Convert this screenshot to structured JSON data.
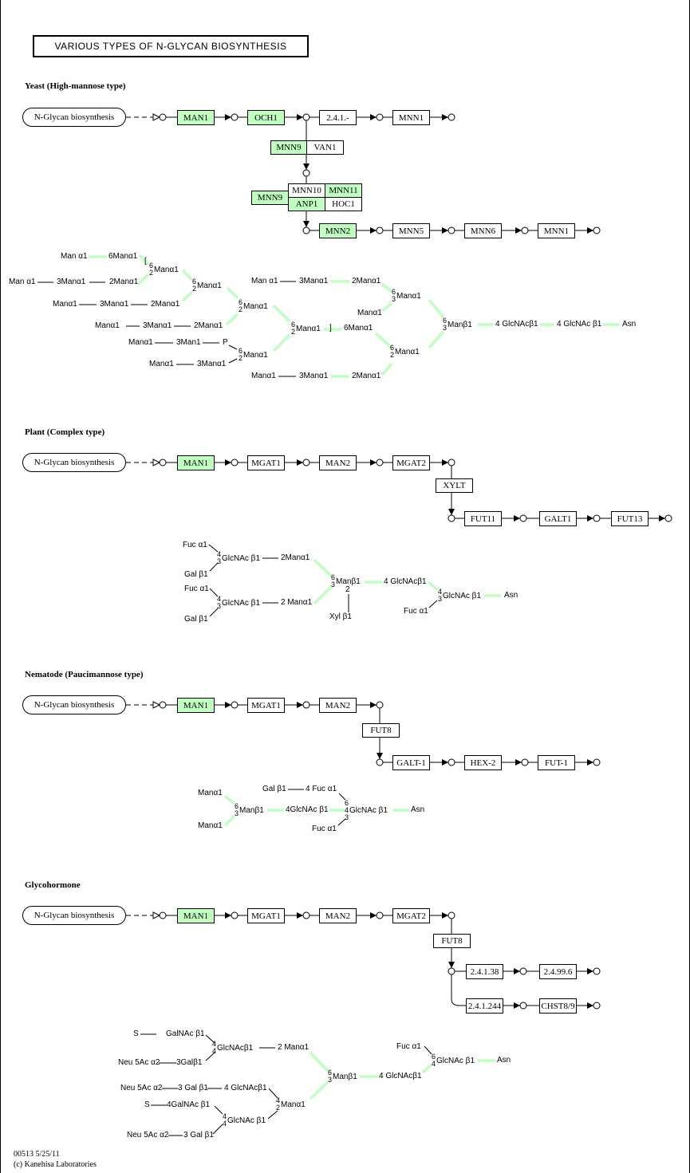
{
  "title": "VARIOUS TYPES OF N-GLYCAN BIOSYNTHESIS",
  "colors": {
    "highlight": "#bfffbf",
    "bond": "#bfffbf"
  },
  "yeast": {
    "heading": "Yeast (High-mannose type)",
    "source": "N-Glycan biosynthesis",
    "row1": [
      {
        "label": "MAN1",
        "hl": true
      },
      {
        "label": "OCH1",
        "hl": true
      },
      {
        "label": "2.4.1.-",
        "hl": false
      },
      {
        "label": "MNN1",
        "hl": false
      }
    ],
    "complex1": [
      {
        "label": "MNN9",
        "hl": true
      },
      {
        "label": "VAN1",
        "hl": false
      }
    ],
    "complex2": [
      {
        "label": "MNN9",
        "hl": true
      },
      {
        "label": "MNN10",
        "hl": false
      },
      {
        "label": "MNN11",
        "hl": true
      },
      {
        "label": "ANP1",
        "hl": true
      },
      {
        "label": "HOC1",
        "hl": false
      }
    ],
    "row2": [
      {
        "label": "MNN2",
        "hl": true
      },
      {
        "label": "MNN5",
        "hl": false
      },
      {
        "label": "MNN6",
        "hl": false
      },
      {
        "label": "MNN1",
        "hl": false
      }
    ],
    "glycan": [
      "Man α1",
      "6Manα1",
      "[",
      {
        "t": "6",
        "b": "2",
        "n": "Manα1"
      },
      "Man α1",
      "3Manα1",
      "2Manα1",
      {
        "t": "6",
        "b": "2",
        "n": "Manα1"
      },
      "Manα1",
      "3Manα1",
      "2Manα1",
      {
        "t": "6",
        "b": "2",
        "n": "Manα1"
      },
      "Manα1",
      "3Manα1",
      "2Manα1",
      {
        "t": "6",
        "b": "2",
        "n": "Manα1"
      },
      "Manα1",
      "3Man1",
      "P",
      {
        "t": "6",
        "b": "2",
        "n": "Manα1"
      },
      "Manα1",
      "3Manα1",
      "]",
      "6Manα1",
      "Man α1",
      "3Manα1",
      "2Manα1",
      "Manα1",
      {
        "t": "6",
        "b": "3",
        "n": "Manα1"
      },
      {
        "t": "6",
        "b": "2",
        "n": "Manα1"
      },
      "Manα1",
      "3Manα1",
      "2Manα1",
      {
        "t": "6",
        "b": "3",
        "n": "Manβ1"
      },
      "4 GlcNAcβ1",
      "4 GlcNAc β1",
      "Asn"
    ]
  },
  "plant": {
    "heading": "Plant (Complex type)",
    "source": "N-Glycan biosynthesis",
    "row1": [
      {
        "label": "MAN1",
        "hl": true
      },
      {
        "label": "MGAT1",
        "hl": false
      },
      {
        "label": "MAN2",
        "hl": false
      },
      {
        "label": "MGAT2",
        "hl": false
      }
    ],
    "branch": [
      {
        "label": "XYLT",
        "hl": false
      }
    ],
    "row2": [
      {
        "label": "FUT11",
        "hl": false
      },
      {
        "label": "GALT1",
        "hl": false
      },
      {
        "label": "FUT13",
        "hl": false
      }
    ],
    "glycan": [
      "Fuc α1",
      {
        "t": "4",
        "b": "3",
        "n": "GlcNAc β1"
      },
      "2Manα1",
      "Gal β1",
      "Fuc α1",
      {
        "t": "4",
        "b": "3",
        "n": "GlcNAc β1"
      },
      "2 Manα1",
      "Gal β1",
      {
        "t": "6",
        "b": "3",
        "n": "Manβ1"
      },
      "2",
      "Xyl β1",
      "4 GlcNAcβ1",
      {
        "t": "4",
        "b": "3",
        "n": "GlcNAc β1"
      },
      "Asn",
      "Fuc α1"
    ]
  },
  "nematode": {
    "heading": "Nematode (Paucimannose type)",
    "source": "N-Glycan biosynthesis",
    "row1": [
      {
        "label": "MAN1",
        "hl": true
      },
      {
        "label": "MGAT1",
        "hl": false
      },
      {
        "label": "MAN2",
        "hl": false
      }
    ],
    "branch": [
      {
        "label": "FUT8",
        "hl": false
      }
    ],
    "row2": [
      {
        "label": "GALT-1",
        "hl": false
      },
      {
        "label": "HEX-2",
        "hl": false
      },
      {
        "label": "FUT-1",
        "hl": false
      }
    ],
    "glycan": [
      "Manα1",
      {
        "t": "6",
        "b": "3",
        "n": "Manβ1"
      },
      "4GlcNAc β1",
      {
        "t": "6",
        "m": "4",
        "b": "3",
        "n": "GlcNAc β1"
      },
      "Asn",
      "Manα1",
      "Gal β1",
      "4 Fuc α1",
      "Fuc α1"
    ]
  },
  "glycohormone": {
    "heading": "Glycohormone",
    "source": "N-Glycan biosynthesis",
    "row1": [
      {
        "label": "MAN1",
        "hl": true
      },
      {
        "label": "MGAT1",
        "hl": false
      },
      {
        "label": "MAN2",
        "hl": false
      },
      {
        "label": "MGAT2",
        "hl": false
      }
    ],
    "branch": [
      {
        "label": "FUT8",
        "hl": false
      }
    ],
    "row2": [
      {
        "label": "2.4.1.38",
        "hl": false
      },
      {
        "label": "2.4.99.6",
        "hl": false
      }
    ],
    "row3": [
      {
        "label": "2.4.1.244",
        "hl": false
      },
      {
        "label": "CHST8/9",
        "hl": false
      }
    ],
    "glycan": [
      "S",
      "GalNAc β1",
      {
        "t": "4",
        "b": "4",
        "n": "GlcNAcβ1"
      },
      "2 Manα1",
      "Neu 5Ac α2",
      "3Galβ1",
      {
        "t": "6",
        "b": "3",
        "n": "Manβ1"
      },
      "4 GlcNAcβ1",
      "Fuc α1",
      {
        "t": "6",
        "b": "4",
        "n": "GlcNAc β1"
      },
      "Asn",
      "Neu 5Ac α2",
      "3 Gal β1",
      "4 GlcNAcβ1",
      {
        "t": "4",
        "b": "2",
        "n": "Manα1"
      },
      "S",
      "4GalNAc β1",
      {
        "t": "4",
        "b": "4",
        "n": "GlcNAc β1"
      },
      "Neu 5Ac α2",
      "3 Gal β1"
    ]
  },
  "footer": {
    "id_date": "00513 5/25/11",
    "copyright": "(c) Kanehisa Laboratories"
  }
}
